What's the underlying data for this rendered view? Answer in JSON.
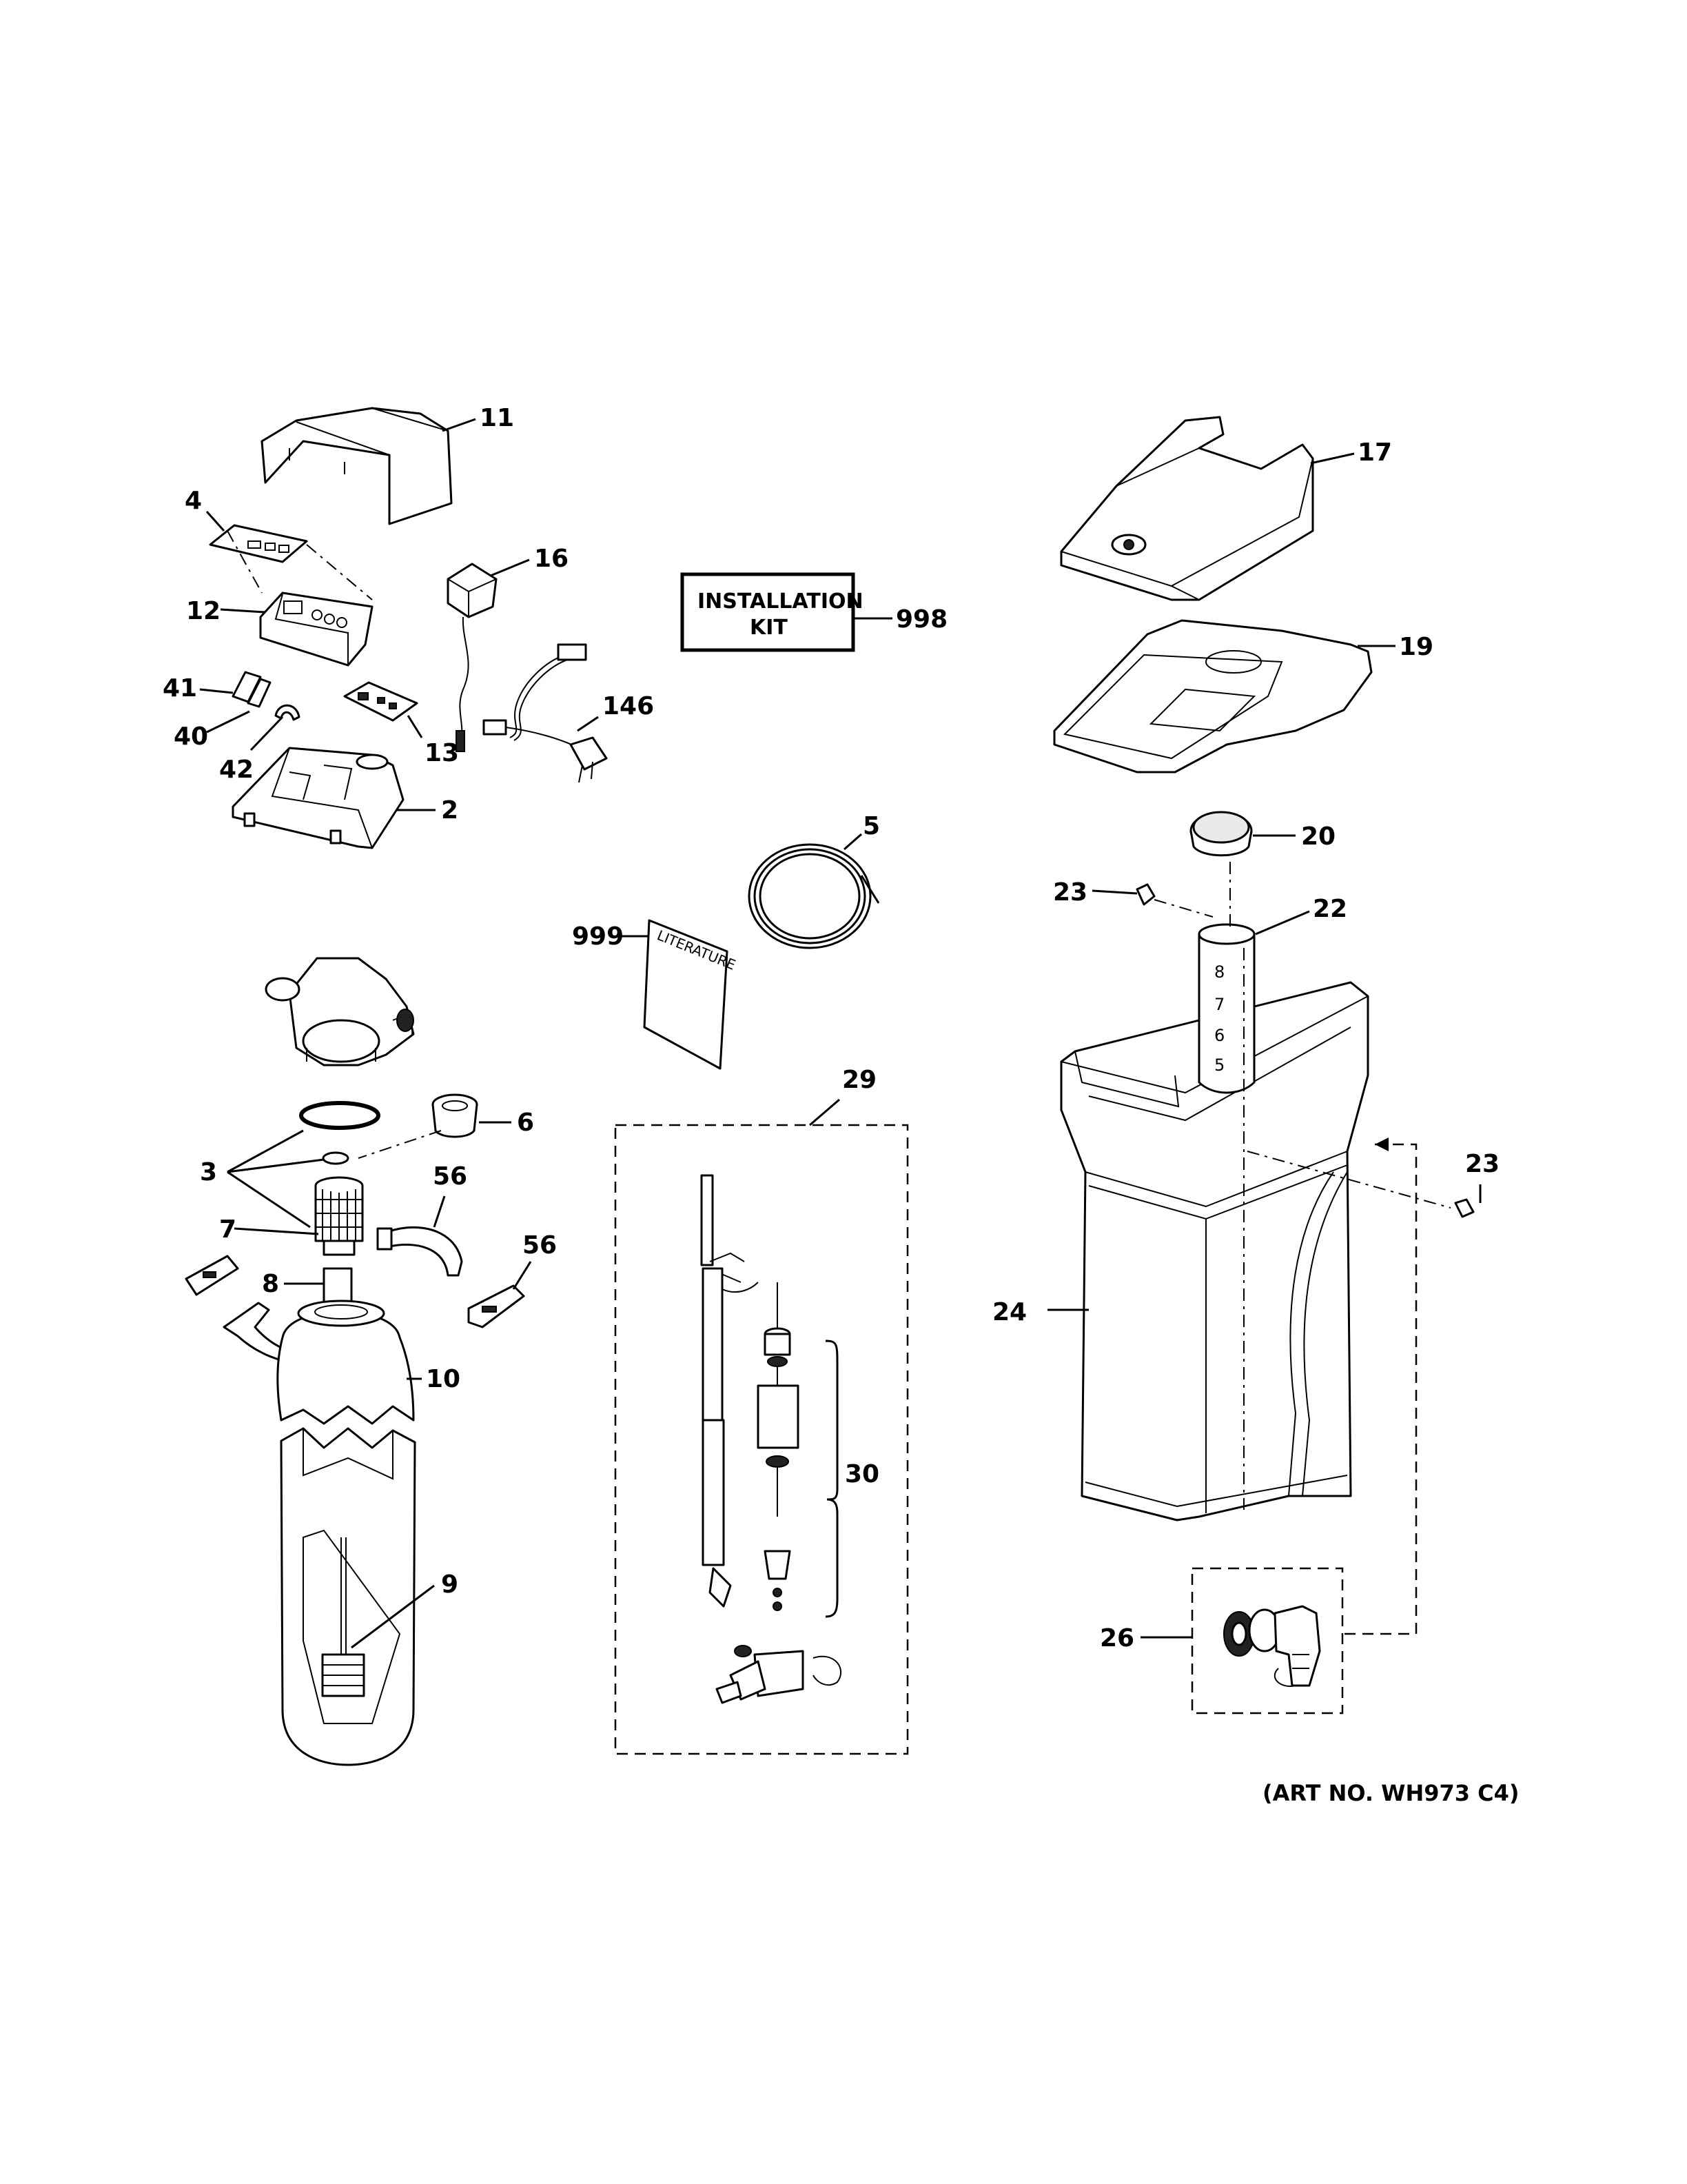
{
  "diagram": {
    "callouts": {
      "c11": "11",
      "c4": "4",
      "c12": "12",
      "c16": "16",
      "c41": "41",
      "c40": "40",
      "c42": "42",
      "c13": "13",
      "c146": "146",
      "c2": "2",
      "c17": "17",
      "c19": "19",
      "c998": "998",
      "c5": "5",
      "c20": "20",
      "c23a": "23",
      "c22": "22",
      "c999": "999",
      "c6": "6",
      "c3": "3",
      "c56a": "56",
      "c7": "7",
      "c56b": "56",
      "c8": "8",
      "c10": "10",
      "c9": "9",
      "c29": "29",
      "c30": "30",
      "c23b": "23",
      "c24": "24",
      "c26": "26"
    },
    "installation_kit": {
      "line1": "INSTALLATION",
      "line2": "KIT"
    },
    "literature_label": "LITERATURE",
    "gauge_marks": [
      "8",
      "7",
      "6",
      "5"
    ],
    "art_number": "(ART NO. WH973 C4)"
  }
}
